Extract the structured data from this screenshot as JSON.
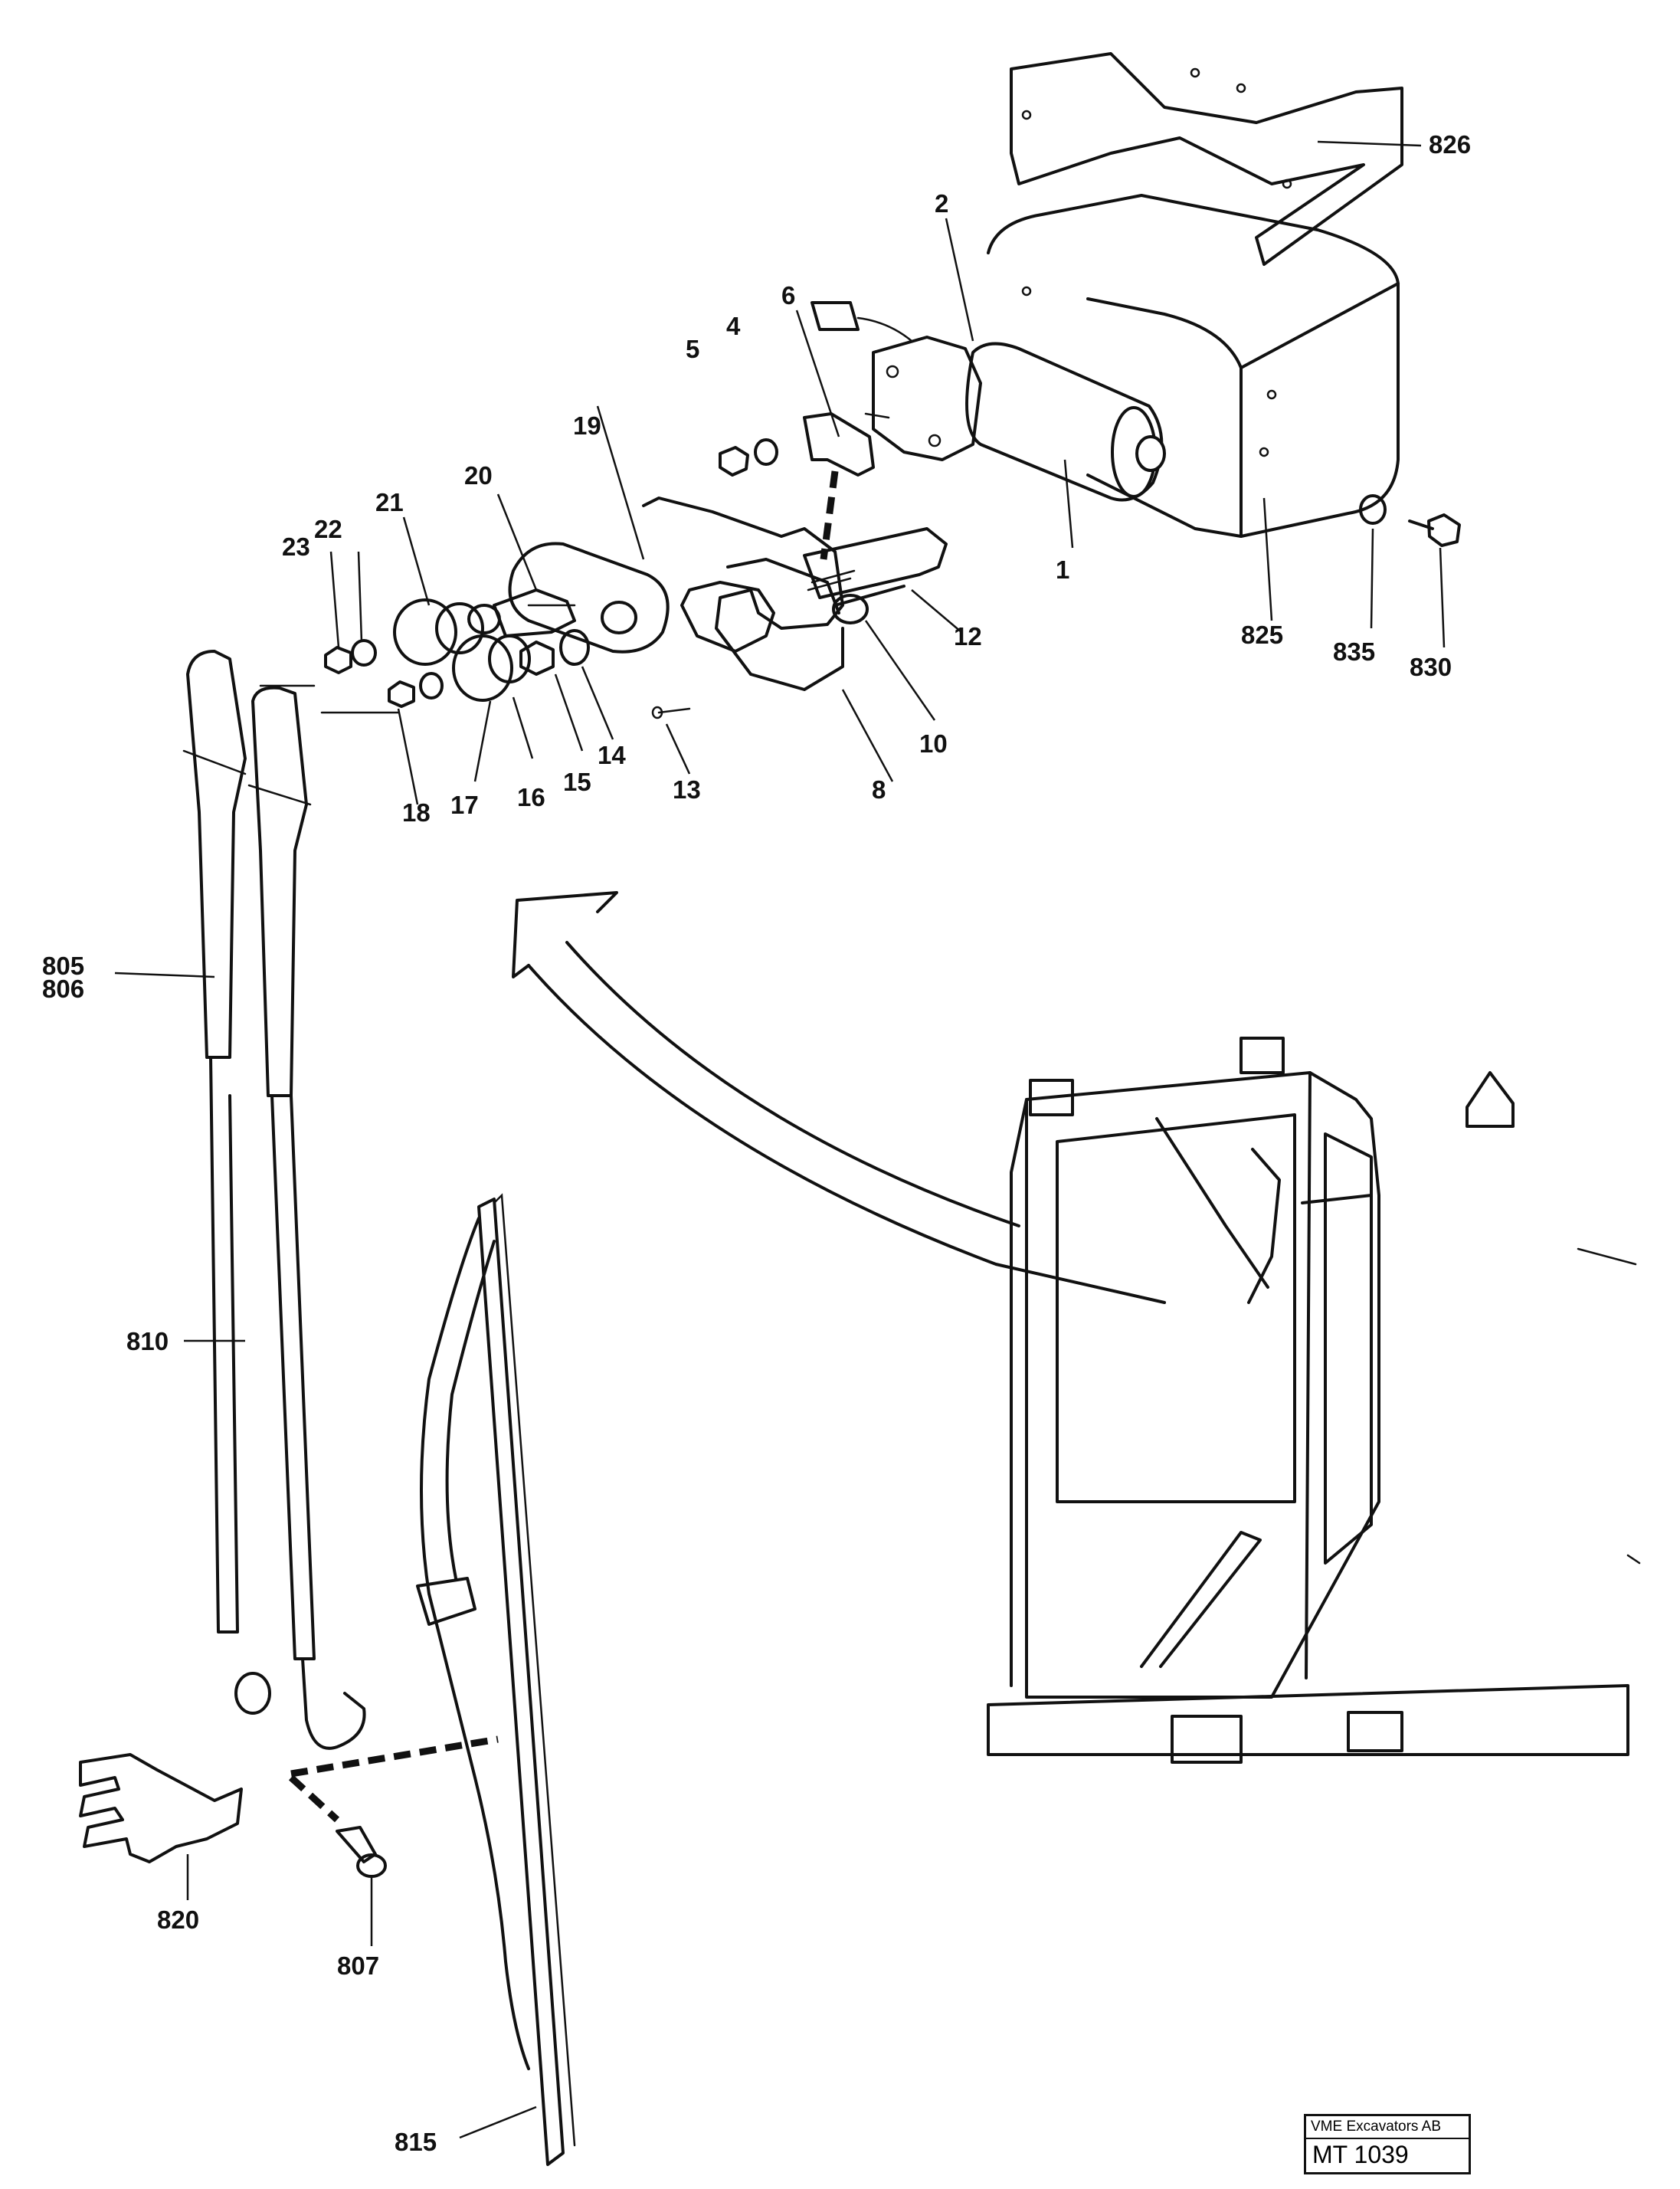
{
  "callouts": {
    "c1": "1",
    "c2": "2",
    "c4": "4",
    "c5": "5",
    "c6": "6",
    "c8": "8",
    "c10": "10",
    "c12": "12",
    "c13": "13",
    "c14": "14",
    "c15": "15",
    "c16": "16",
    "c17": "17",
    "c18": "18",
    "c19": "19",
    "c20": "20",
    "c21": "21",
    "c22": "22",
    "c23": "23",
    "c805": "805",
    "c806": "806",
    "c807": "807",
    "c810": "810",
    "c815": "815",
    "c820": "820",
    "c825": "825",
    "c826": "826",
    "c830": "830",
    "c835": "835"
  },
  "title_block": {
    "company": "VME Excavators AB",
    "drawing_number": "MT 1039"
  }
}
